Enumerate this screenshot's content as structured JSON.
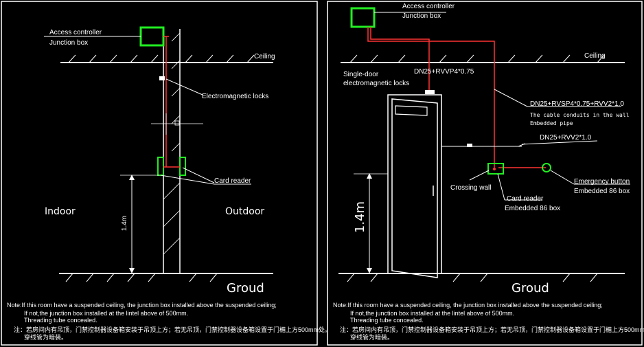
{
  "left": {
    "access_controller": "Access controller",
    "junction_box": "Junction box",
    "ceiling": "Ceiling",
    "em_locks": "Electromagnetic locks",
    "card_reader": "Card reader",
    "indoor": "Indoor",
    "outdoor": "Outdoor",
    "height": "1.4m",
    "ground": "Groud"
  },
  "right": {
    "access_controller": "Access controller",
    "junction_box": "Junction box",
    "ceiling": "Ceiling",
    "single_door_1": "Single-door",
    "single_door_2": "electromagnetic locks",
    "dn25_rvvp": "DN25+RVVP4*0.75",
    "dn25_rvsp": "DN25+RVSP4*0.75+RVV2*1.0",
    "conduit_1": "The cable conduits in the wall",
    "conduit_2": "Embedded pipe",
    "dn25_rvv": "DN25+RVV2*1.0",
    "crossing_wall": "Crossing wall",
    "card_reader": "Card reader",
    "card_reader_sub": "Embedded 86 box",
    "emergency": "Emergency button",
    "emergency_sub": "Embedded 86 box",
    "height": "1.4m",
    "ground": "Groud"
  },
  "notes": {
    "line1": "Note:If this room have a suspended ceiling, the junction box installed above the suspended ceiling;",
    "line2": "If not,the junction box installed at the lintel above of 500mm.",
    "line3": "Threading tube concealed.",
    "line4": "注：若房间内有吊顶，门禁控制器设备箱安装于吊顶上方；若无吊顶，门禁控制器设备箱设置于门楣上方500mm处。",
    "line5": "穿线管为暗装。"
  },
  "colors": {
    "green": "#22ee22",
    "red": "#ff3333",
    "frame": "#ffffff"
  }
}
